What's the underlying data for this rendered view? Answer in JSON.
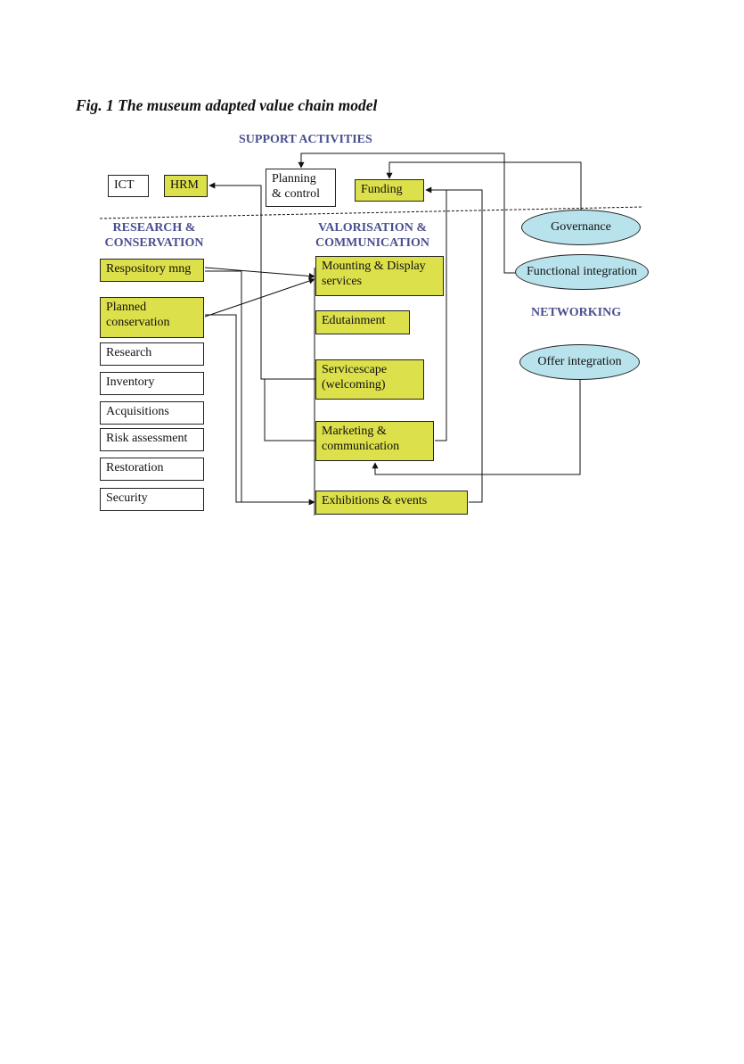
{
  "caption": "Fig. 1 The museum adapted value chain model",
  "headings": {
    "support": "SUPPORT ACTIVITIES",
    "research_l1": "RESEARCH &",
    "research_l2": "CONSERVATION",
    "valor_l1": "VALORISATION &",
    "valor_l2": "COMMUNICATION",
    "networking": "NETWORKING"
  },
  "support": {
    "ict": "ICT",
    "hrm": "HRM",
    "planning_l1": "Planning",
    "planning_l2": "& control",
    "funding": "Funding"
  },
  "research": {
    "respository": "Respository mng",
    "planned_l1": "Planned",
    "planned_l2": "conservation",
    "research": "Research",
    "inventory": "Inventory",
    "acquisitions": "Acquisitions",
    "risk": "Risk assessment",
    "restoration": "Restoration",
    "security": "Security"
  },
  "valorisation": {
    "mounting_l1": "Mounting & Display",
    "mounting_l2": "services",
    "edutainment": "Edutainment",
    "servicescape_l1": "Servicescape",
    "servicescape_l2": "(welcoming)",
    "marketing_l1": "Marketing &",
    "marketing_l2": "communication",
    "exhibitions": "Exhibitions & events"
  },
  "networking": {
    "governance": "Governance",
    "functional": "Functional integration",
    "offer": "Offer integration"
  },
  "colors": {
    "highlight": "#dce04a",
    "ellipse": "#b9e3ec",
    "heading": "#4a4f8e"
  }
}
